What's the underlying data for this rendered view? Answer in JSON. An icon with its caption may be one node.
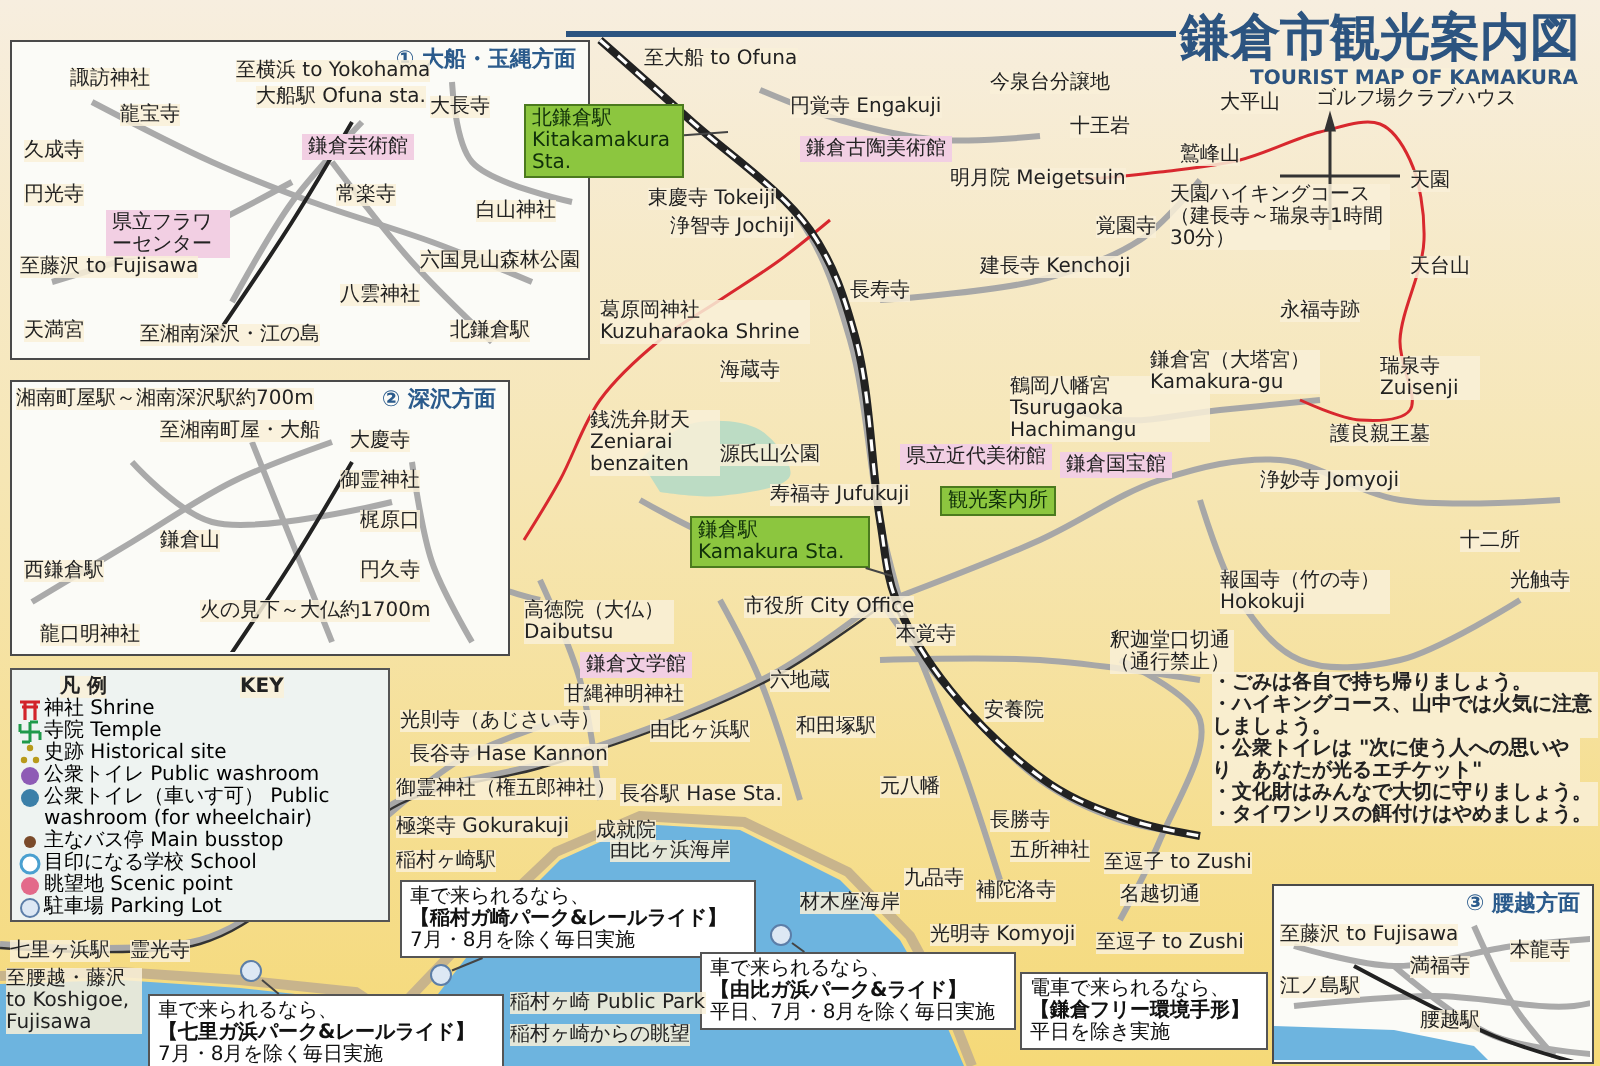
{
  "diagram": {
    "title": "鎌倉市観光案内図",
    "nodes": [
      {
        "text": [
          "① 大船・玉縄方面"
        ]
      },
      {
        "text": [
          "② 深沢方面"
        ]
      },
      {
        "text": [
          "③ 腰越方面"
        ]
      },
      {
        "text": [
          "鎌倉芸術館"
        ],
        "in": 0
      },
      {
        "text": [
          "県立フラワーセンター"
        ],
        "in": 0
      },
      {
        "text": [
          "北鎌倉駅",
          "Kitakamakura Sta."
        ]
      },
      {
        "text": [
          "鎌倉古陶美術館"
        ]
      },
      {
        "text": [
          "県立近代美術館"
        ]
      },
      {
        "text": [
          "鎌倉国宝館"
        ]
      },
      {
        "text": [
          "鎌倉文学館"
        ]
      },
      {
        "text": [
          "鎌倉駅",
          "Kamakura Sta."
        ]
      },
      {
        "text": [
          "観光案内所"
        ]
      },
      {
        "text": [
          "車で来られるなら、",
          "【稲村ガ崎パーク&レールライド】",
          "7月・8月を除く毎日実施"
        ]
      },
      {
        "text": [],
        "shape": "circle"
      },
      {
        "text": [
          "車で来られるなら、",
          "【七里ガ浜パーク&レールライド】",
          "7月・8月を除く毎日実施"
        ]
      },
      {
        "text": [],
        "shape": "circle"
      },
      {
        "text": [
          "車で来られるなら、",
          "【由比ガ浜パーク&ライド】",
          "平日、7月・8月を除く毎日実施"
        ]
      },
      {
        "text": [],
        "shape": "circle"
      },
      {
        "text": [
          "電車で来られるなら、",
          "【鎌倉フリー環境手形】",
          "平日を除き実施"
        ]
      }
    ],
    "edges": [
      {
        "from": 5,
        "to": null,
        "arrow": "none"
      },
      {
        "from": 10,
        "to": null,
        "arrow": "none"
      },
      {
        "from": 12,
        "to": 13,
        "arrow": "none"
      },
      {
        "from": 14,
        "to": 15,
        "arrow": "none"
      },
      {
        "from": 16,
        "to": 17,
        "arrow": "none"
      }
    ],
    "labels": [
      "至横浜 to Yokohama",
      "大船駅 Ofuna sta.",
      "諏訪神社",
      "龍宝寺",
      "久成寺",
      "円光寺",
      "至藤沢 to Fujisawa",
      "大長寺",
      "常楽寺",
      "白山神社",
      "六国見山森林公園",
      "八雲神社",
      "天満宮",
      "至湘南深沢・江の島",
      "北鎌倉駅",
      "湘南町屋駅～湘南深沢駅約700m",
      "至湘南町屋・大船",
      "大慶寺",
      "御霊神社",
      "梶原口",
      "円久寺",
      "鎌倉山",
      "西鎌倉駅",
      "火の見下～大仏約1700m",
      "龍口明神社",
      "凡 例",
      "KEY",
      "至大船 to Ofuna",
      "TOURIST MAP OF KAMAKURA",
      "円覚寺 Engakuji",
      "東慶寺 Tokeiji",
      "明月院 Meigetsuin",
      "浄智寺 Jochiji",
      "今泉台分譲地",
      "十王岩",
      "建長寺 Kenchoji",
      "長寿寺",
      "葛原岡神社 Kuzuharaoka Shrine",
      "海蔵寺",
      "銭洗弁財天 Zeniarai benzaiten",
      "源氏山公園",
      "寿福寺 Jufukuji",
      "鶴岡八幡宮 Tsurugaoka Hachimangu",
      "大平山",
      "ゴルフ場クラブハウス",
      "鷲峰山",
      "天園ハイキングコース（建長寺～瑞泉寺1時間30分）",
      "天園",
      "天台山",
      "覚園寺",
      "鎌倉宮（大塔宮） Kamakura-gu",
      "瑞泉寺 Zuisenji",
      "永福寺跡",
      "護良親王墓",
      "浄妙寺 Jomyoji",
      "報国寺（竹の寺） Hokokuji",
      "十二所",
      "光触寺",
      "釈迦堂口切通（通行禁止）",
      "・ごみは各自で持ち帰りましょう。",
      "・ハイキングコース、山中では火気に注意しましょう。",
      "・公衆トイレは \"次に使う人への思いやり　あなたが光るエチケット\"",
      "・文化財はみんなで大切に守りましょう。",
      "・タイワンリスの餌付けはやめましょう。",
      "至逗子 to Zushi",
      "名越切通",
      "市役所 City Office",
      "高徳院（大仏） Daibutsu",
      "甘縄神明神社",
      "六地蔵",
      "由比ヶ浜駅",
      "和田塚駅",
      "長谷駅 Hase Sta.",
      "由比ヶ浜海岸",
      "材木座海岸",
      "光明寺 Komyoji",
      "至逗子 to Zushi",
      "本覚寺",
      "元八幡",
      "安養院",
      "長勝寺",
      "五所神社",
      "九品寺",
      "補陀洛寺",
      "光則寺（あじさい寺）",
      "長谷寺 Hase Kannon",
      "御霊神社（権五郎神社）",
      "極楽寺 Gokurakuji",
      "成就院",
      "稲村ヶ崎駅",
      "七里ヶ浜駅",
      "霊光寺",
      "至腰越・藤沢 to Koshigoe, Fujisawa",
      "稲村ヶ崎 Public Park",
      "稲村ヶ崎からの眺望",
      "至藤沢 to Fujisawa",
      "江ノ島駅",
      "満福寺",
      "腰越駅",
      "本龍寺"
    ],
    "legend": [
      {
        "text": "神社 Shrine"
      },
      {
        "text": "寺院 Temple"
      },
      {
        "text": "史跡 Historical site"
      },
      {
        "text": "公衆トイレ Public washroom"
      },
      {
        "text": "公衆トイレ（車いす可） Public washroom (for wheelchair)"
      },
      {
        "text": "主なバス停 Main busstop"
      },
      {
        "text": "目印になる学校 School"
      },
      {
        "text": "眺望地 Scenic point"
      },
      {
        "text": "駐車場 Parking Lot"
      }
    ]
  }
}
